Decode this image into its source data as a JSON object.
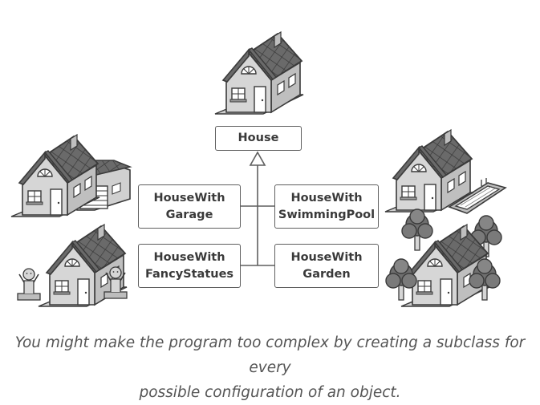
{
  "diagram": {
    "base_class": "House",
    "subclasses": [
      "HouseWith\nGarage",
      "HouseWith\nSwimmingPool",
      "HouseWith\nFancyStatues",
      "HouseWith\nGarden"
    ]
  },
  "caption": "You might make the program too complex by creating a subclass for every\npossible configuration of an object.",
  "colors": {
    "wall": "#d4d4d4",
    "roof": "#6a6a6a",
    "outline": "#3a3a3a",
    "grass": "#bdbdbd",
    "text": "#3a3a3a",
    "caption": "#555555"
  }
}
